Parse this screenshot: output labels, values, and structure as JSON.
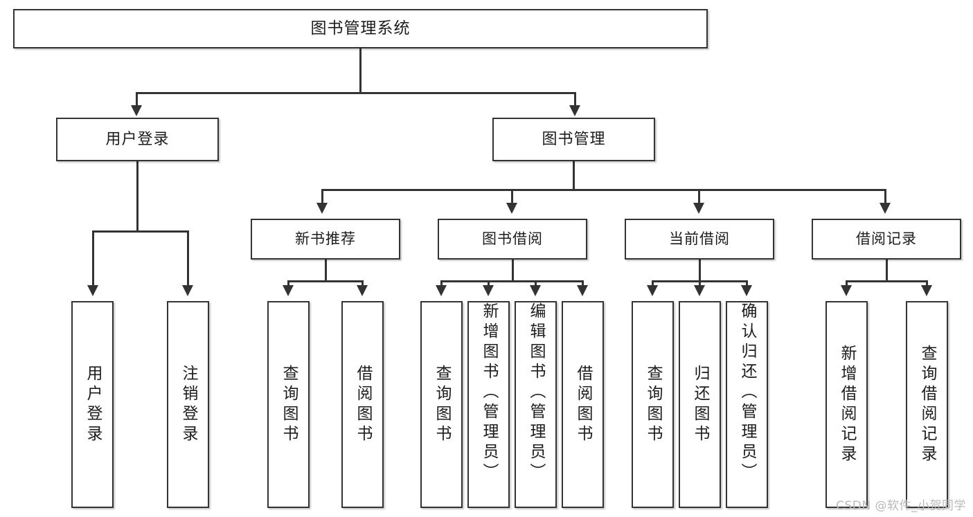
{
  "diagram": {
    "type": "tree",
    "title": "图书管理系统",
    "root": {
      "label": "图书管理系统"
    },
    "level2": [
      {
        "label": "用户登录"
      },
      {
        "label": "图书管理"
      }
    ],
    "level3": [
      {
        "label": "新书推荐"
      },
      {
        "label": "图书借阅"
      },
      {
        "label": "当前借阅"
      },
      {
        "label": "借阅记录"
      }
    ],
    "leaves": {
      "user_login": [
        {
          "label": "用户登录"
        },
        {
          "label": "注销登录"
        }
      ],
      "new_book": [
        {
          "label": "查询图书"
        },
        {
          "label": "借阅图书"
        }
      ],
      "borrow": [
        {
          "label": "查询图书"
        },
        {
          "label": "新增图书（管理员）"
        },
        {
          "label": "编辑图书（管理员）"
        },
        {
          "label": "借阅图书"
        }
      ],
      "current": [
        {
          "label": "查询图书"
        },
        {
          "label": "归还图书"
        },
        {
          "label": "确认归还（管理员）"
        }
      ],
      "records": [
        {
          "label": "新增借阅记录"
        },
        {
          "label": "查询借阅记录"
        }
      ]
    }
  },
  "watermark": {
    "text": "CSDN @软件_小贺同学"
  },
  "colors": {
    "box_border": "#333333",
    "box_fill": "#ffffff",
    "connector": "#333333",
    "text": "#1c1c1c",
    "watermark": "#b9b9b9",
    "background": "#ffffff"
  }
}
